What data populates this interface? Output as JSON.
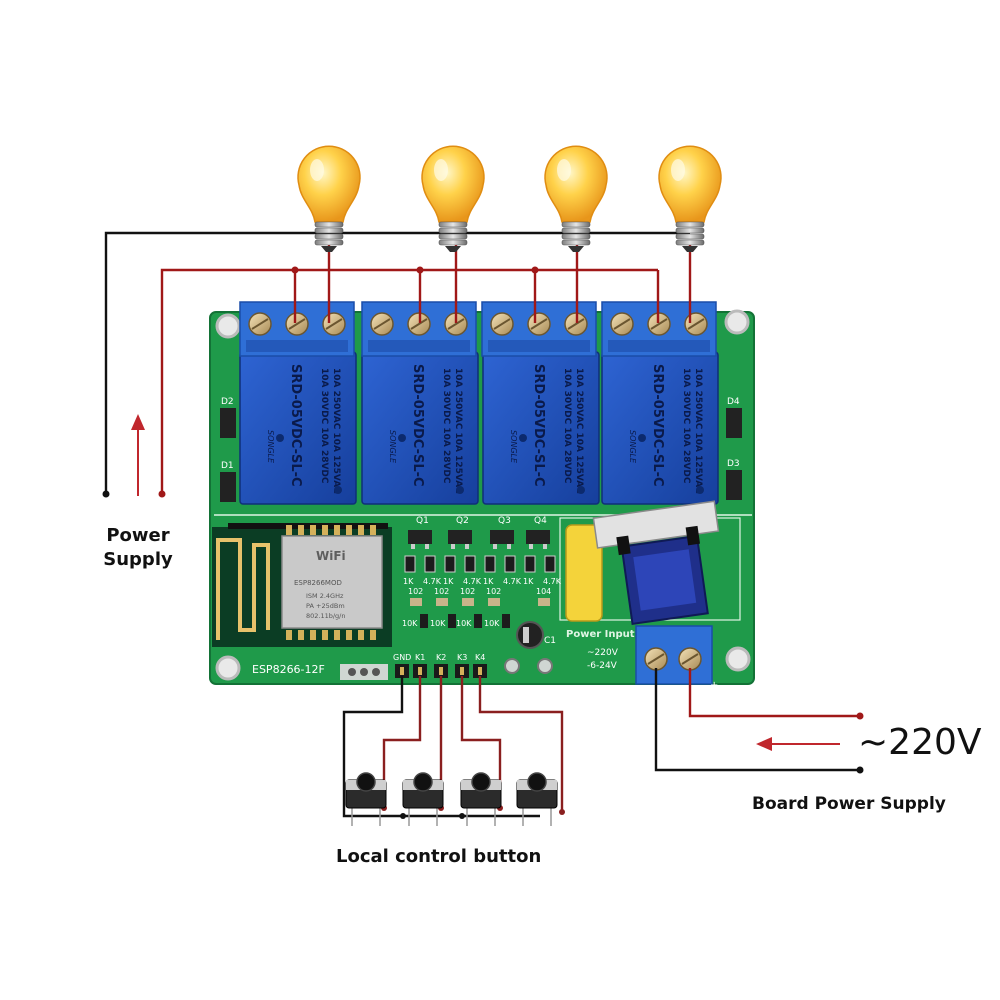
{
  "labels": {
    "power_supply_line1": "Power",
    "power_supply_line2": "Supply",
    "voltage": "~220V",
    "board_power_supply": "Board Power Supply",
    "local_control_button": "Local control button"
  },
  "board": {
    "module_label": "ESP8266-12F",
    "wifi_text": "WiFi",
    "module_text": "ESP8266MOD",
    "module_freq": "ISM 2.4GHz",
    "module_pa": "PA +25dBm",
    "module_std": "802.11b/g/n",
    "relay_lines": [
      "10A 250VAC  10A 125VAC",
      "10A 30VDC  10A 28VDC"
    ],
    "relay_model": "SRD-05VDC-SL-C",
    "relay_brand": "SONGLE",
    "diodes": [
      "D2",
      "D1",
      "D4",
      "D3"
    ],
    "transistors": [
      "Q1",
      "Q2",
      "Q3",
      "Q4"
    ],
    "resistor_labels": [
      "1K",
      "4.7K",
      "1K",
      "4.7K",
      "1K",
      "4.7K",
      "1K",
      "4.7K"
    ],
    "smd_codes": [
      "102",
      "102",
      "102",
      "102",
      "104"
    ],
    "pulldown_labels": [
      "10K",
      "10K",
      "10K",
      "10K"
    ],
    "header_pins": [
      "GND",
      "K1",
      "K2",
      "K3",
      "K4"
    ],
    "cap_label": "C1",
    "power_input": "Power Input",
    "ac_range": "~220V",
    "dc_range": "-6-24V",
    "plus_sign": "+"
  },
  "colors": {
    "pcb": "#1f9a4a",
    "terminal": "#2f6fd6",
    "relay": "#1d4fbf",
    "wire_black": "#111111",
    "wire_red": "#a01818",
    "bulb": "#f7b733"
  }
}
